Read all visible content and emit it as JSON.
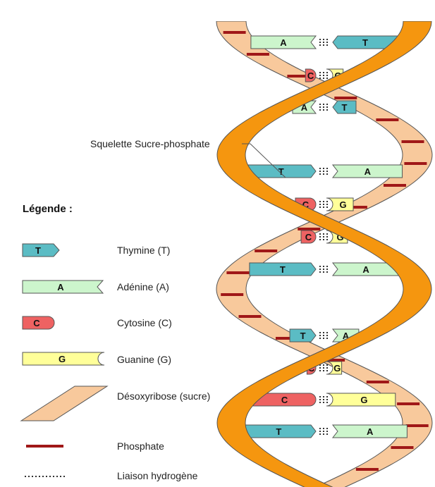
{
  "callout": {
    "label": "Squelette Sucre-phosphate"
  },
  "legend": {
    "title": "Légende :",
    "items": [
      {
        "key": "thymine",
        "letter": "T",
        "label": "Thymine (T)"
      },
      {
        "key": "adenine",
        "letter": "A",
        "label": "Adénine (A)"
      },
      {
        "key": "cytosine",
        "letter": "C",
        "label": "Cytosine (C)"
      },
      {
        "key": "guanine",
        "letter": "G",
        "label": "Guanine (G)"
      },
      {
        "key": "sugar",
        "letter": "",
        "label": "Désoxyribose (sucre)"
      },
      {
        "key": "phosphate",
        "letter": "",
        "label": "Phosphate"
      },
      {
        "key": "hbond",
        "letter": "",
        "label": "Liaison hydrogène"
      }
    ]
  },
  "base_pairs": [
    {
      "left": "A",
      "right": "T"
    },
    {
      "left": "C",
      "right": "G"
    },
    {
      "left": "A",
      "right": "T"
    },
    {
      "left": "T",
      "right": "A"
    },
    {
      "left": "C",
      "right": "G"
    },
    {
      "left": "C",
      "right": "G"
    },
    {
      "left": "T",
      "right": "A"
    },
    {
      "left": "T",
      "right": "A"
    },
    {
      "left": "C",
      "right": "G"
    },
    {
      "left": "C",
      "right": "G"
    },
    {
      "left": "T",
      "right": "A"
    }
  ],
  "colors": {
    "thymine": "#5bbcc4",
    "adenine": "#ccf5cc",
    "cytosine": "#ee6262",
    "guanine": "#ffff99",
    "sugar": "#f8c99c",
    "backbone": "#f5960f",
    "phosphate": "#a01818",
    "outline": "#555555"
  }
}
